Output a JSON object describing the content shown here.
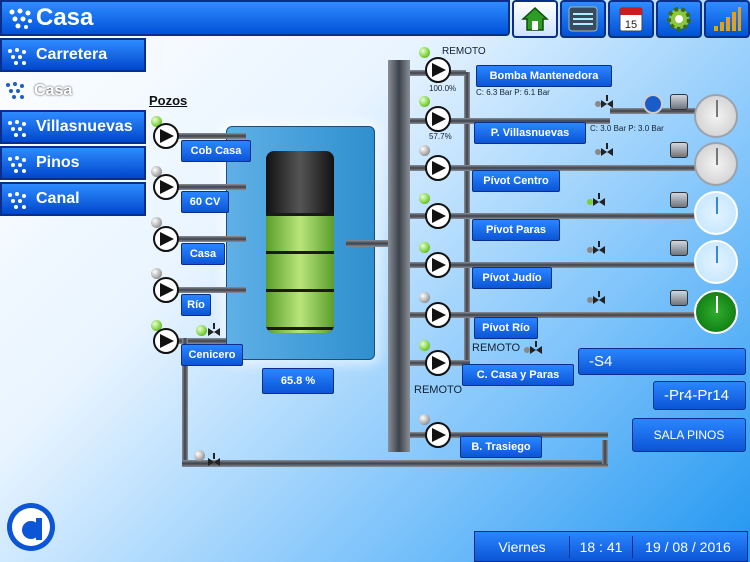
{
  "header": {
    "title": "Casa"
  },
  "topbar": {
    "icons": [
      "home-icon",
      "list-icon",
      "calendar-icon",
      "gear-icon",
      "signal-icon"
    ],
    "calendar_day": "15"
  },
  "nav": {
    "items": [
      {
        "label": "Carretera"
      },
      {
        "label": "Casa"
      },
      {
        "label": "Villasnuevas"
      },
      {
        "label": "Pinos"
      },
      {
        "label": "Canal"
      }
    ]
  },
  "pozos": {
    "title": "Pozos",
    "wells": [
      {
        "label": "Cob Casa",
        "status": "green"
      },
      {
        "label": "60 CV",
        "status": "gray"
      },
      {
        "label": "Casa",
        "status": "gray"
      },
      {
        "label": "Río",
        "status": "gray"
      },
      {
        "label": "Cenicero",
        "status": "green"
      }
    ]
  },
  "tank": {
    "level_text": "65.8 %",
    "level": 0.658
  },
  "right": {
    "remote_top": "REMOTO",
    "pumps": [
      {
        "label": "Bomba Mantenedora",
        "status": "green",
        "pct": "100.0%",
        "pressure": "C: 6.3 Bar   P: 6.1 Bar"
      },
      {
        "label": "P. Villasnuevas",
        "status": "green",
        "pct": "57.7%",
        "pressure": "C: 3.0 Bar  P: 3.0 Bar"
      },
      {
        "label": "Pívot Centro",
        "status": "gray"
      },
      {
        "label": "Pívot Paras",
        "status": "green"
      },
      {
        "label": "Pívot Judío",
        "status": "green"
      },
      {
        "label": "Pívot Río",
        "status": "gray"
      },
      {
        "label": "C. Casa y Paras",
        "status": "green"
      },
      {
        "label": "B. Trasiego",
        "status": "gray"
      }
    ],
    "remote_mid": "REMOTO",
    "remote_bottom": "REMOTO"
  },
  "panels": {
    "s4": "-S4",
    "pr": "-Pr4-Pr14",
    "sala": "SALA PINOS"
  },
  "footer": {
    "day": "Viernes",
    "time": "18 : 41",
    "date": "19 / 08 / 2016"
  },
  "colors": {
    "accent": "#0b55d6",
    "border": "#0a2e8a",
    "led_green": "#7ccf3a"
  }
}
